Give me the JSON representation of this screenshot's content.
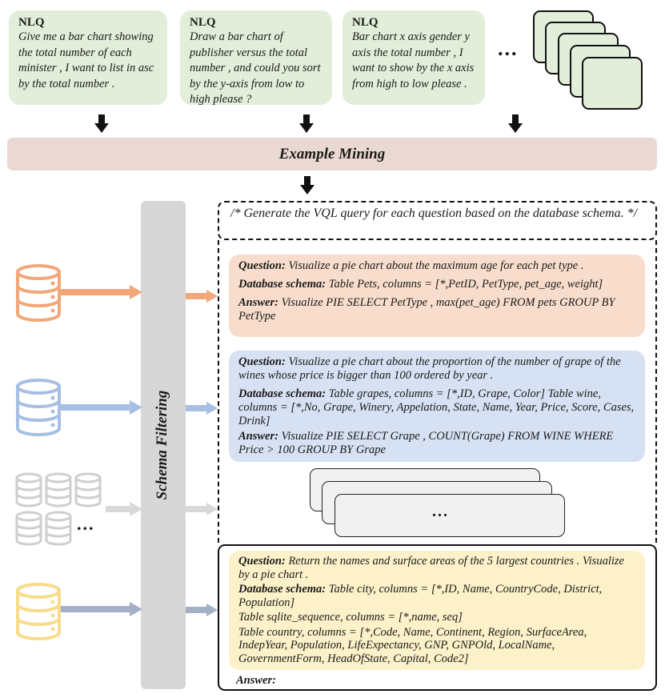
{
  "nlq_cards": [
    {
      "title": "NLQ",
      "text": "Give me a bar chart showing the total number of each minister , I want to list in asc by the total number ."
    },
    {
      "title": "NLQ",
      "text": "Draw a bar chart of publisher versus the total number , and could you sort by the y-axis from low to high please ?"
    },
    {
      "title": "NLQ",
      "text": "Bar chart x axis gender y axis the total number , I want to show by the x axis from high to low please ."
    }
  ],
  "more_nlq": "...",
  "example_mining": "Example Mining",
  "schema_filtering": "Schema Filtering",
  "instruction": "/* Generate the VQL query for each question based on the database schema. */",
  "examples": [
    {
      "question_label": "Question:",
      "question": "Visualize a pie chart about the maximum age for each pet type .",
      "schema_label": "Database schema:",
      "schema": "Table Pets, columns = [*,PetID, PetType, pet_age, weight]",
      "answer_label": "Answer:",
      "answer": "Visualize PIE SELECT PetType , max(pet_age) FROM pets GROUP BY PetType",
      "color": "#f8ddcc"
    },
    {
      "question_label": "Question:",
      "question": "Visualize a pie chart about the proportion of the number of grape of the wines whose price is bigger than 100 ordered by year .",
      "schema_label": "Database schema:",
      "schema": "Table grapes, columns = [*,ID, Grape, Color] Table wine, columns = [*,No, Grape, Winery, Appelation, State, Name, Year, Price, Score, Cases, Drink]",
      "answer_label": "Answer:",
      "answer": "Visualize PIE SELECT Grape , COUNT(Grape) FROM WINE WHERE Price > 100 GROUP BY Grape",
      "color": "#d6e1f3"
    }
  ],
  "more_examples": "...",
  "target": {
    "question_label": "Question:",
    "question": "Return the names and surface areas of the 5 largest countries . Visualize by a pie chart .",
    "schema_label": "Database schema:",
    "schema_lines": [
      "Table city, columns = [*,ID, Name, CountryCode, District, Population]",
      "Table sqlite_sequence, columns = [*,name, seq]",
      "Table country, columns = [*,Code, Name, Continent, Region, SurfaceArea, IndepYear, Population, LifeExpectancy, GNP, GNPOld, LocalName, GovernmentForm, HeadOfState, Capital, Code2]"
    ],
    "answer_label": "Answer:",
    "color": "#fcf1c8"
  },
  "more_databases": "...",
  "colors": {
    "nlq_green": "#e2eed9",
    "mining_bar": "#ead9d2",
    "orange": "#f2a77a",
    "blue": "#a6bfe3",
    "gray": "#cfcfcf",
    "yellow": "#f8dc8a",
    "slate": "#a4b0c6"
  }
}
